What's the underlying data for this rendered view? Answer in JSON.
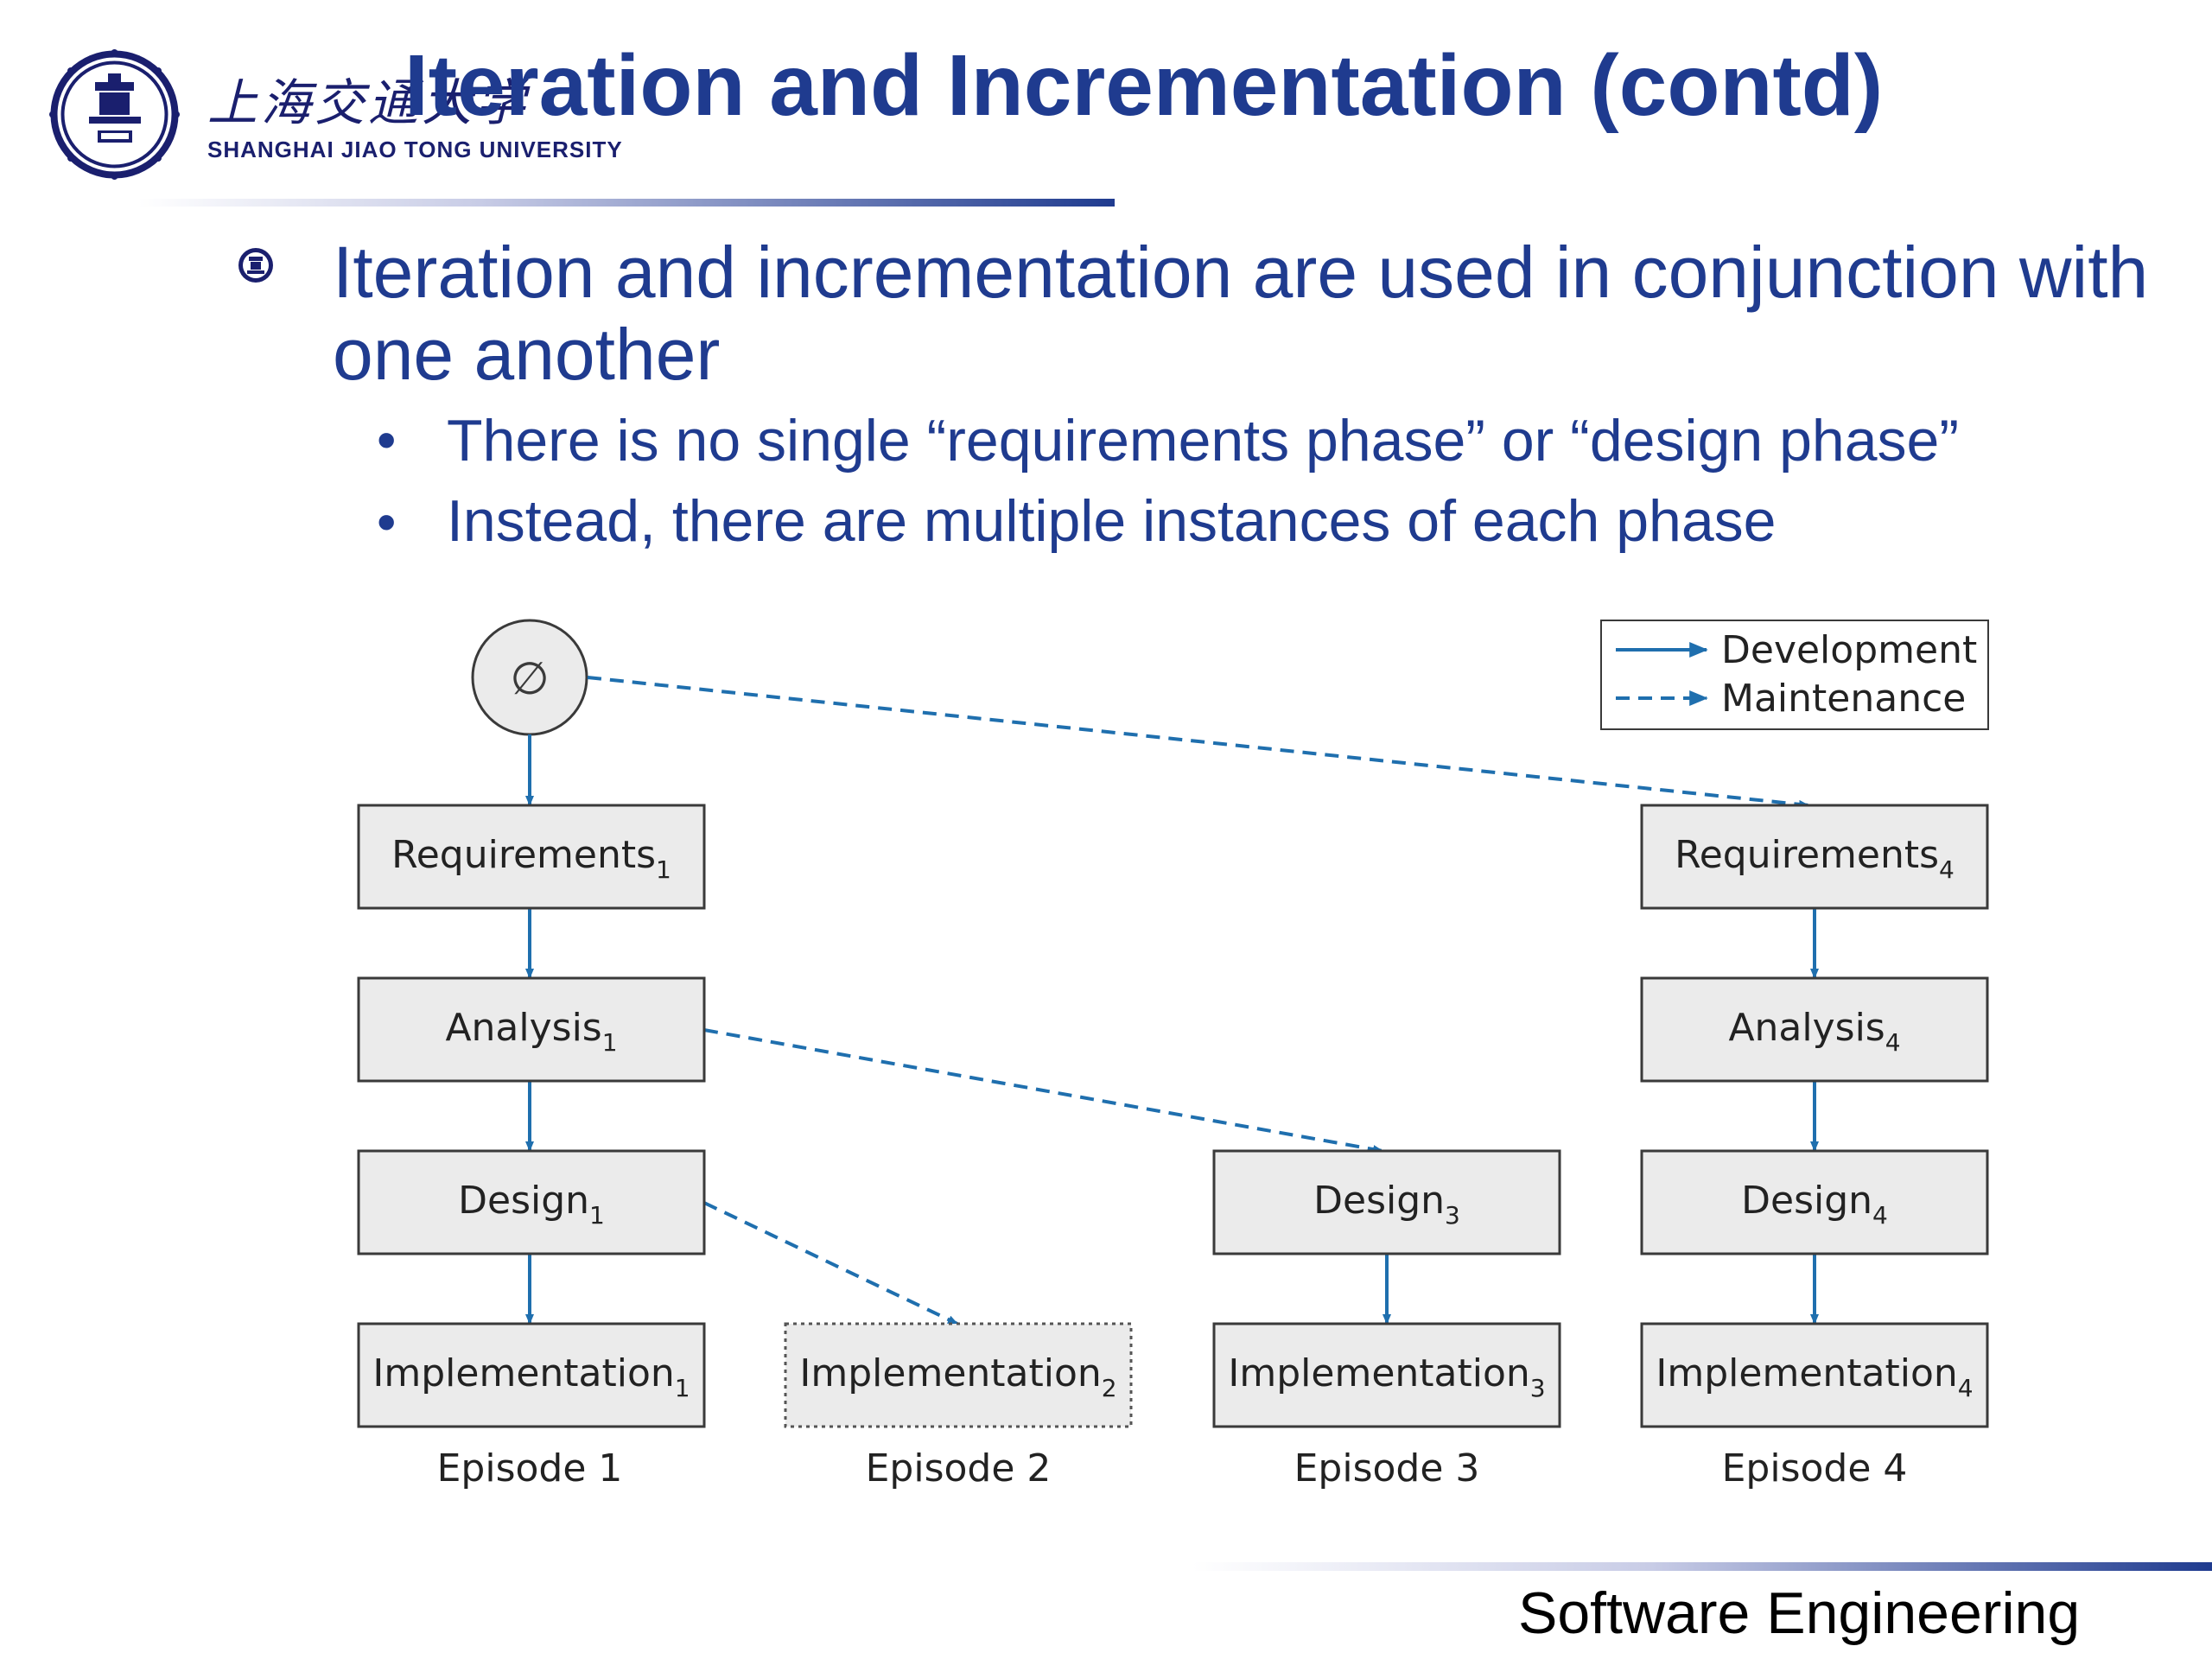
{
  "logo": {
    "name_cn": "上海交通大学",
    "name_en": "SHANGHAI  JIAO TONG  UNIVERSITY"
  },
  "title": "Iteration and Incrementation (contd)",
  "bullets": [
    {
      "text": "Iteration and incrementation are used in conjunction with one another",
      "sub": [
        "There is no single “requirements phase” or “design phase”",
        "Instead, there are multiple instances of each phase"
      ]
    }
  ],
  "diagram": {
    "start_symbol": "∅",
    "legend": [
      {
        "label": "Development",
        "style": "solid"
      },
      {
        "label": "Maintenance",
        "style": "dashed"
      }
    ],
    "nodes": {
      "req1": {
        "text": "Requirements",
        "sub": "1"
      },
      "ana1": {
        "text": "Analysis",
        "sub": "1"
      },
      "des1": {
        "text": "Design",
        "sub": "1"
      },
      "imp1": {
        "text": "Implementation",
        "sub": "1"
      },
      "imp2": {
        "text": "Implementation",
        "sub": "2"
      },
      "des3": {
        "text": "Design",
        "sub": "3"
      },
      "imp3": {
        "text": "Implementation",
        "sub": "3"
      },
      "req4": {
        "text": "Requirements",
        "sub": "4"
      },
      "ana4": {
        "text": "Analysis",
        "sub": "4"
      },
      "des4": {
        "text": "Design",
        "sub": "4"
      },
      "imp4": {
        "text": "Implementation",
        "sub": "4"
      }
    },
    "episodes": [
      "Episode 1",
      "Episode 2",
      "Episode 3",
      "Episode 4"
    ]
  },
  "footer": "Software Engineering",
  "colors": {
    "title": "#1f3b8f",
    "arrow": "#1f6fae",
    "box_fill": "#ebebeb",
    "box_stroke": "#3a3a3a"
  }
}
